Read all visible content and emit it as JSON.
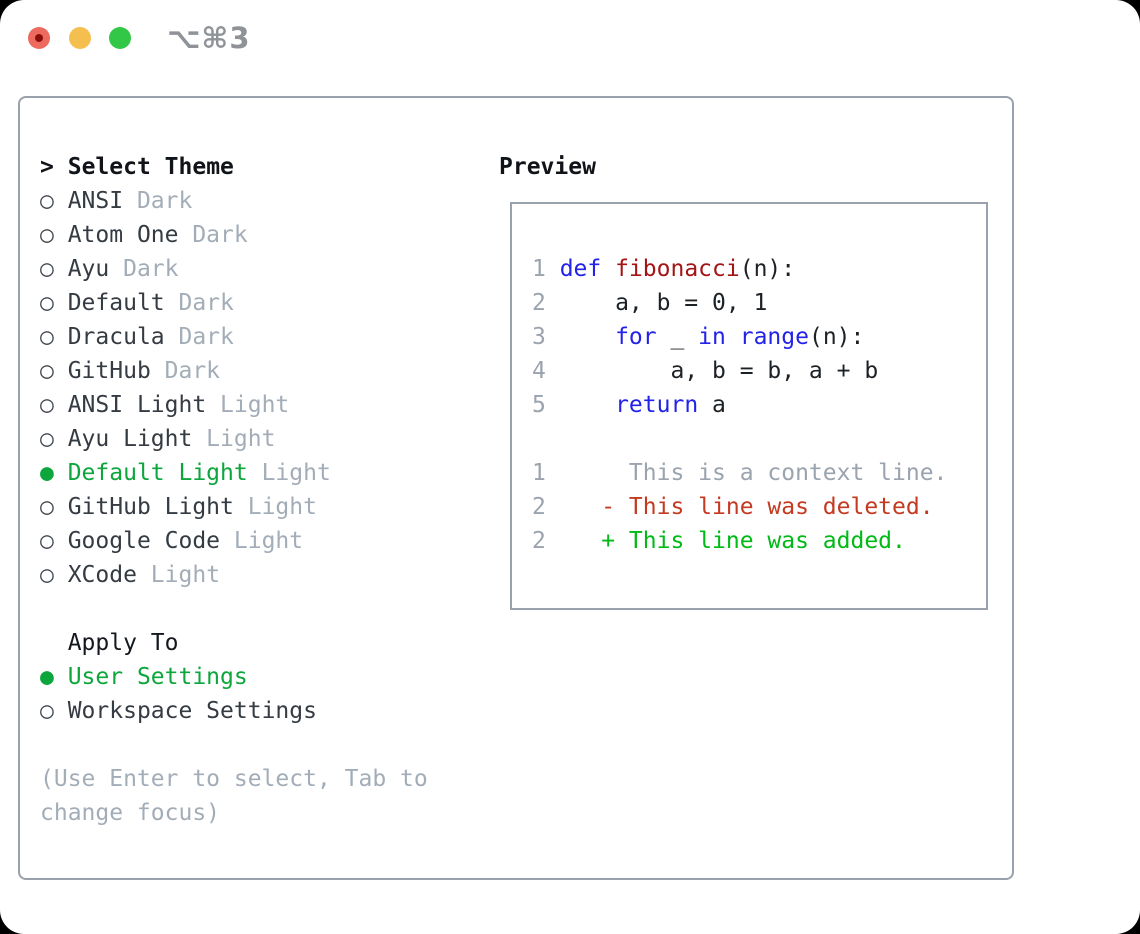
{
  "titlebar": {
    "shortcut": "⌥⌘3",
    "traffic_lights": {
      "red": "#ed6a5f",
      "red_dot": "#8a0f0a",
      "yellow": "#f5bf4f",
      "green": "#33c748"
    }
  },
  "theme_panel": {
    "cursor": ">",
    "title": "Select Theme",
    "bullets": {
      "selected": "●",
      "unselected": "○"
    },
    "items": [
      {
        "name": "ANSI",
        "variant": "Dark",
        "selected": false
      },
      {
        "name": "Atom One",
        "variant": "Dark",
        "selected": false
      },
      {
        "name": "Ayu",
        "variant": "Dark",
        "selected": false
      },
      {
        "name": "Default",
        "variant": "Dark",
        "selected": false
      },
      {
        "name": "Dracula",
        "variant": "Dark",
        "selected": false
      },
      {
        "name": "GitHub",
        "variant": "Dark",
        "selected": false
      },
      {
        "name": "ANSI Light",
        "variant": "Light",
        "selected": false
      },
      {
        "name": "Ayu Light",
        "variant": "Light",
        "selected": false
      },
      {
        "name": "Default Light",
        "variant": "Light",
        "selected": true
      },
      {
        "name": "GitHub Light",
        "variant": "Light",
        "selected": false
      },
      {
        "name": "Google Code",
        "variant": "Light",
        "selected": false
      },
      {
        "name": "XCode",
        "variant": "Light",
        "selected": false
      }
    ],
    "apply_to": {
      "title": "Apply To",
      "options": [
        {
          "label": "User Settings",
          "selected": true
        },
        {
          "label": "Workspace Settings",
          "selected": false
        }
      ]
    },
    "hint_lines": [
      "(Use Enter to select, Tab to",
      "change focus)"
    ]
  },
  "preview": {
    "title": "Preview",
    "lines": [
      {
        "num": "1",
        "tokens": [
          [
            "kw",
            "def"
          ],
          [
            "pl",
            " "
          ],
          [
            "fn",
            "fibonacci"
          ],
          [
            "pl",
            "(n):"
          ]
        ]
      },
      {
        "num": "2",
        "tokens": [
          [
            "pl",
            "    a, b = 0, 1"
          ]
        ]
      },
      {
        "num": "3",
        "tokens": [
          [
            "pl",
            "    "
          ],
          [
            "kw",
            "for"
          ],
          [
            "pl",
            " _ "
          ],
          [
            "kw",
            "in"
          ],
          [
            "pl",
            " "
          ],
          [
            "kw",
            "range"
          ],
          [
            "pl",
            "(n):"
          ]
        ]
      },
      {
        "num": "4",
        "tokens": [
          [
            "pl",
            "        a, b = b, a + b"
          ]
        ]
      },
      {
        "num": "5",
        "tokens": [
          [
            "pl",
            "    "
          ],
          [
            "kw",
            "return"
          ],
          [
            "pl",
            " a"
          ]
        ]
      },
      {
        "num": "",
        "tokens": []
      },
      {
        "num": "1",
        "tokens": [
          [
            "ctx",
            "     This is a context line."
          ]
        ]
      },
      {
        "num": "2",
        "tokens": [
          [
            "del",
            "   - This line was deleted."
          ]
        ]
      },
      {
        "num": "2",
        "tokens": [
          [
            "add",
            "   + This line was added."
          ]
        ]
      }
    ]
  },
  "colors": {
    "accent_green": "#0ca63c",
    "keyword_blue": "#2222e8",
    "function_red": "#a31515",
    "diff_del_red": "#c43a21",
    "diff_add_green": "#00ba16",
    "muted_gray": "#a3adb8",
    "border_gray": "#99a1ac"
  }
}
